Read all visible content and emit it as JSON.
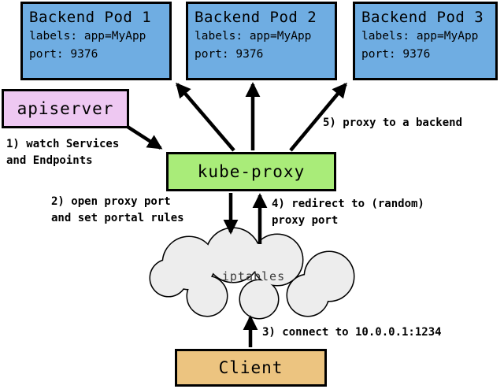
{
  "diagram": {
    "pods": [
      {
        "title": "Backend Pod 1",
        "labels": "labels: app=MyApp",
        "port": "port: 9376"
      },
      {
        "title": "Backend Pod 2",
        "labels": "labels: app=MyApp",
        "port": "port: 9376"
      },
      {
        "title": "Backend Pod 3",
        "labels": "labels: app=MyApp",
        "port": "port: 9376"
      }
    ],
    "apiserver_label": "apiserver",
    "kube_proxy_label": "kube-proxy",
    "iptables_label": "iptables",
    "client_label": "Client",
    "annotations": {
      "step1": "1) watch Services\nand Endpoints",
      "step2": "2) open proxy port\nand set portal rules",
      "step3": "3) connect to 10.0.0.1:1234",
      "step4": "4) redirect to (random)\nproxy port",
      "step5": "5) proxy to a backend"
    },
    "colors": {
      "pod_fill": "#6fade2",
      "apiserver_fill": "#eec8f2",
      "kube_proxy_fill": "#a9ec79",
      "client_fill": "#ecc480",
      "cloud_fill": "#ededed",
      "line": "#000000"
    }
  }
}
